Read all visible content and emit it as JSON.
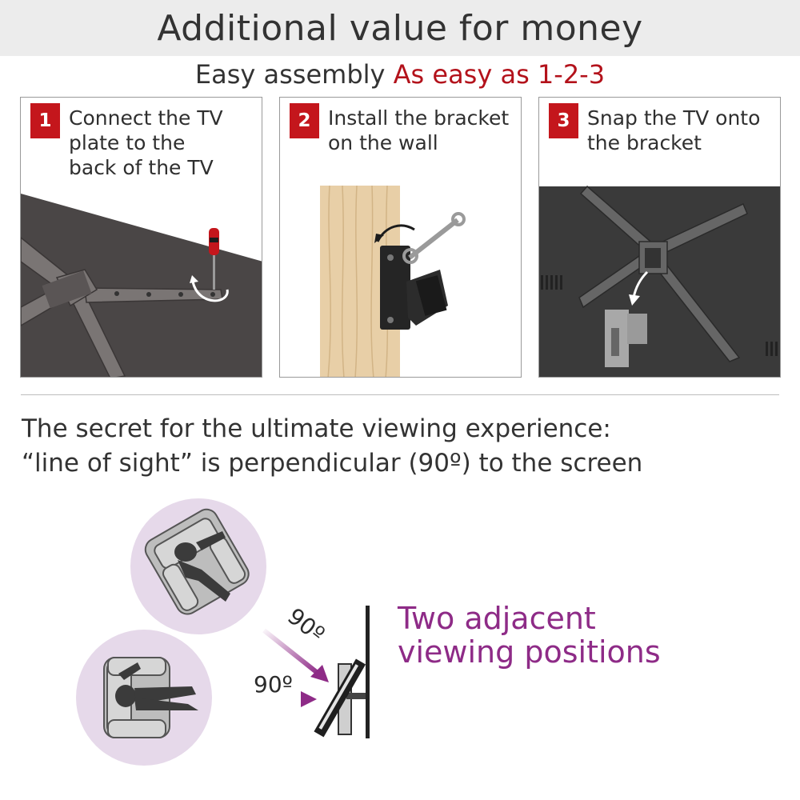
{
  "header": {
    "title": "Additional value for money"
  },
  "subtitle": {
    "prefix": "Easy assembly ",
    "accent": "As easy as 1-2-3"
  },
  "steps": [
    {
      "number": "1",
      "line1": "Connect the TV",
      "line2": "plate to the",
      "line3": "back of the TV"
    },
    {
      "number": "2",
      "line1": "Install the bracket",
      "line2": "on the wall"
    },
    {
      "number": "3",
      "line1": "Snap the TV onto",
      "line2": "the bracket"
    }
  ],
  "secret": {
    "line1": "The secret for the ultimate viewing experience:",
    "line2": "“line of sight” is perpendicular (90º) to the screen"
  },
  "viewing": {
    "angle_top": "90º",
    "angle_bottom": "90º",
    "label_line1": "Two adjacent",
    "label_line2": "viewing positions"
  },
  "colors": {
    "accent_red": "#c4161c",
    "purple": "#8e2b87",
    "lilac": "#e6d9ea",
    "banner_gray": "#ececec"
  }
}
